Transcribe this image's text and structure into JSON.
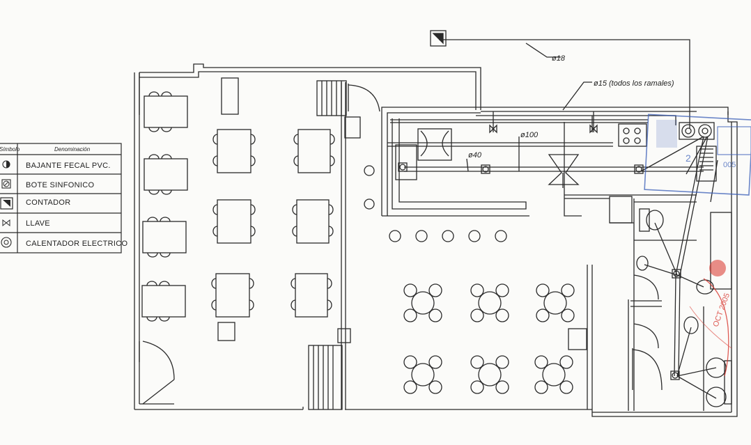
{
  "legend": {
    "header_symbol": "Símbolo",
    "header_name": "Denominación",
    "items": [
      {
        "icon": "bajante-fecal-icon",
        "label": "BAJANTE FECAL PVC."
      },
      {
        "icon": "bote-sinfonico-icon",
        "label": "BOTE SINFONICO"
      },
      {
        "icon": "contador-icon",
        "label": "CONTADOR"
      },
      {
        "icon": "llave-icon",
        "label": "LLAVE"
      },
      {
        "icon": "calentador-electrico-icon",
        "label": "CALENTADOR ELECTRICO"
      }
    ]
  },
  "annotations": {
    "pipe_main": "ø18",
    "pipe_branches": "ø15 (todos los ramales)",
    "pipe_drain": "ø100",
    "pipe_small": "ø40"
  },
  "stamps": {
    "blue_stamp_color": "#3b5fb8",
    "red_stamp_color": "#d8342c",
    "blue_stamp_fragment": "2",
    "blue_stamp_year": "005",
    "red_stamp_date": "OCT 2005"
  },
  "colors": {
    "line": "#2a2a2a",
    "paper": "#fbfbf9"
  }
}
